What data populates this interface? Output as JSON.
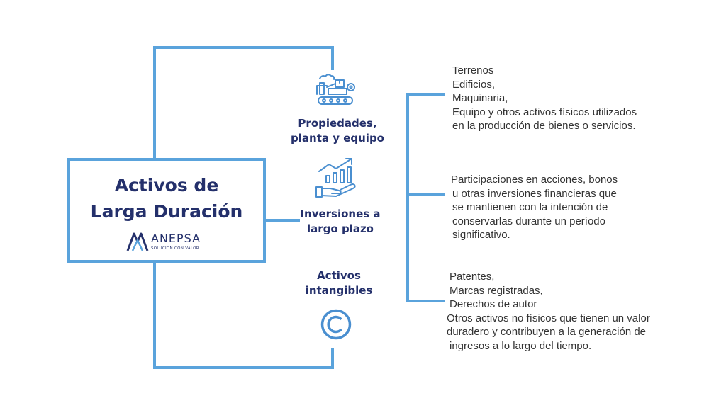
{
  "main": {
    "title_line1": "Activos de",
    "title_line2": "Larga Duración",
    "brand_name": "ANEPSA",
    "brand_tagline": "SOLUCIÓN CON VALOR"
  },
  "categories": [
    {
      "label_line1": "Propiedades,",
      "label_line2": "planta y equipo",
      "icon": "factory-conveyor-icon",
      "description": [
        "Terrenos",
        "Edificios,",
        "Maquinaria,",
        "Equipo y otros activos físicos utilizados",
        "en la producción de bienes o servicios."
      ]
    },
    {
      "label_line1": "Inversiones a",
      "label_line2": "largo plazo",
      "icon": "growth-chart-hand-icon",
      "description": [
        "Participaciones en acciones, bonos",
        "u otras inversiones financieras que",
        "se mantienen con la intención de",
        "conservarlas durante un período",
        "significativo."
      ]
    },
    {
      "label_line1": "Activos",
      "label_line2": "intangibles",
      "icon": "copyright-icon",
      "description": [
        "Patentes,",
        "Marcas registradas,",
        "Derechos de autor",
        "Otros activos no físicos que tienen un valor",
        "duradero y contribuyen a la generación de",
        "ingresos a lo largo del tiempo."
      ]
    }
  ],
  "colors": {
    "line": "#5aa3dc",
    "title": "#24306b",
    "text": "#333333"
  }
}
